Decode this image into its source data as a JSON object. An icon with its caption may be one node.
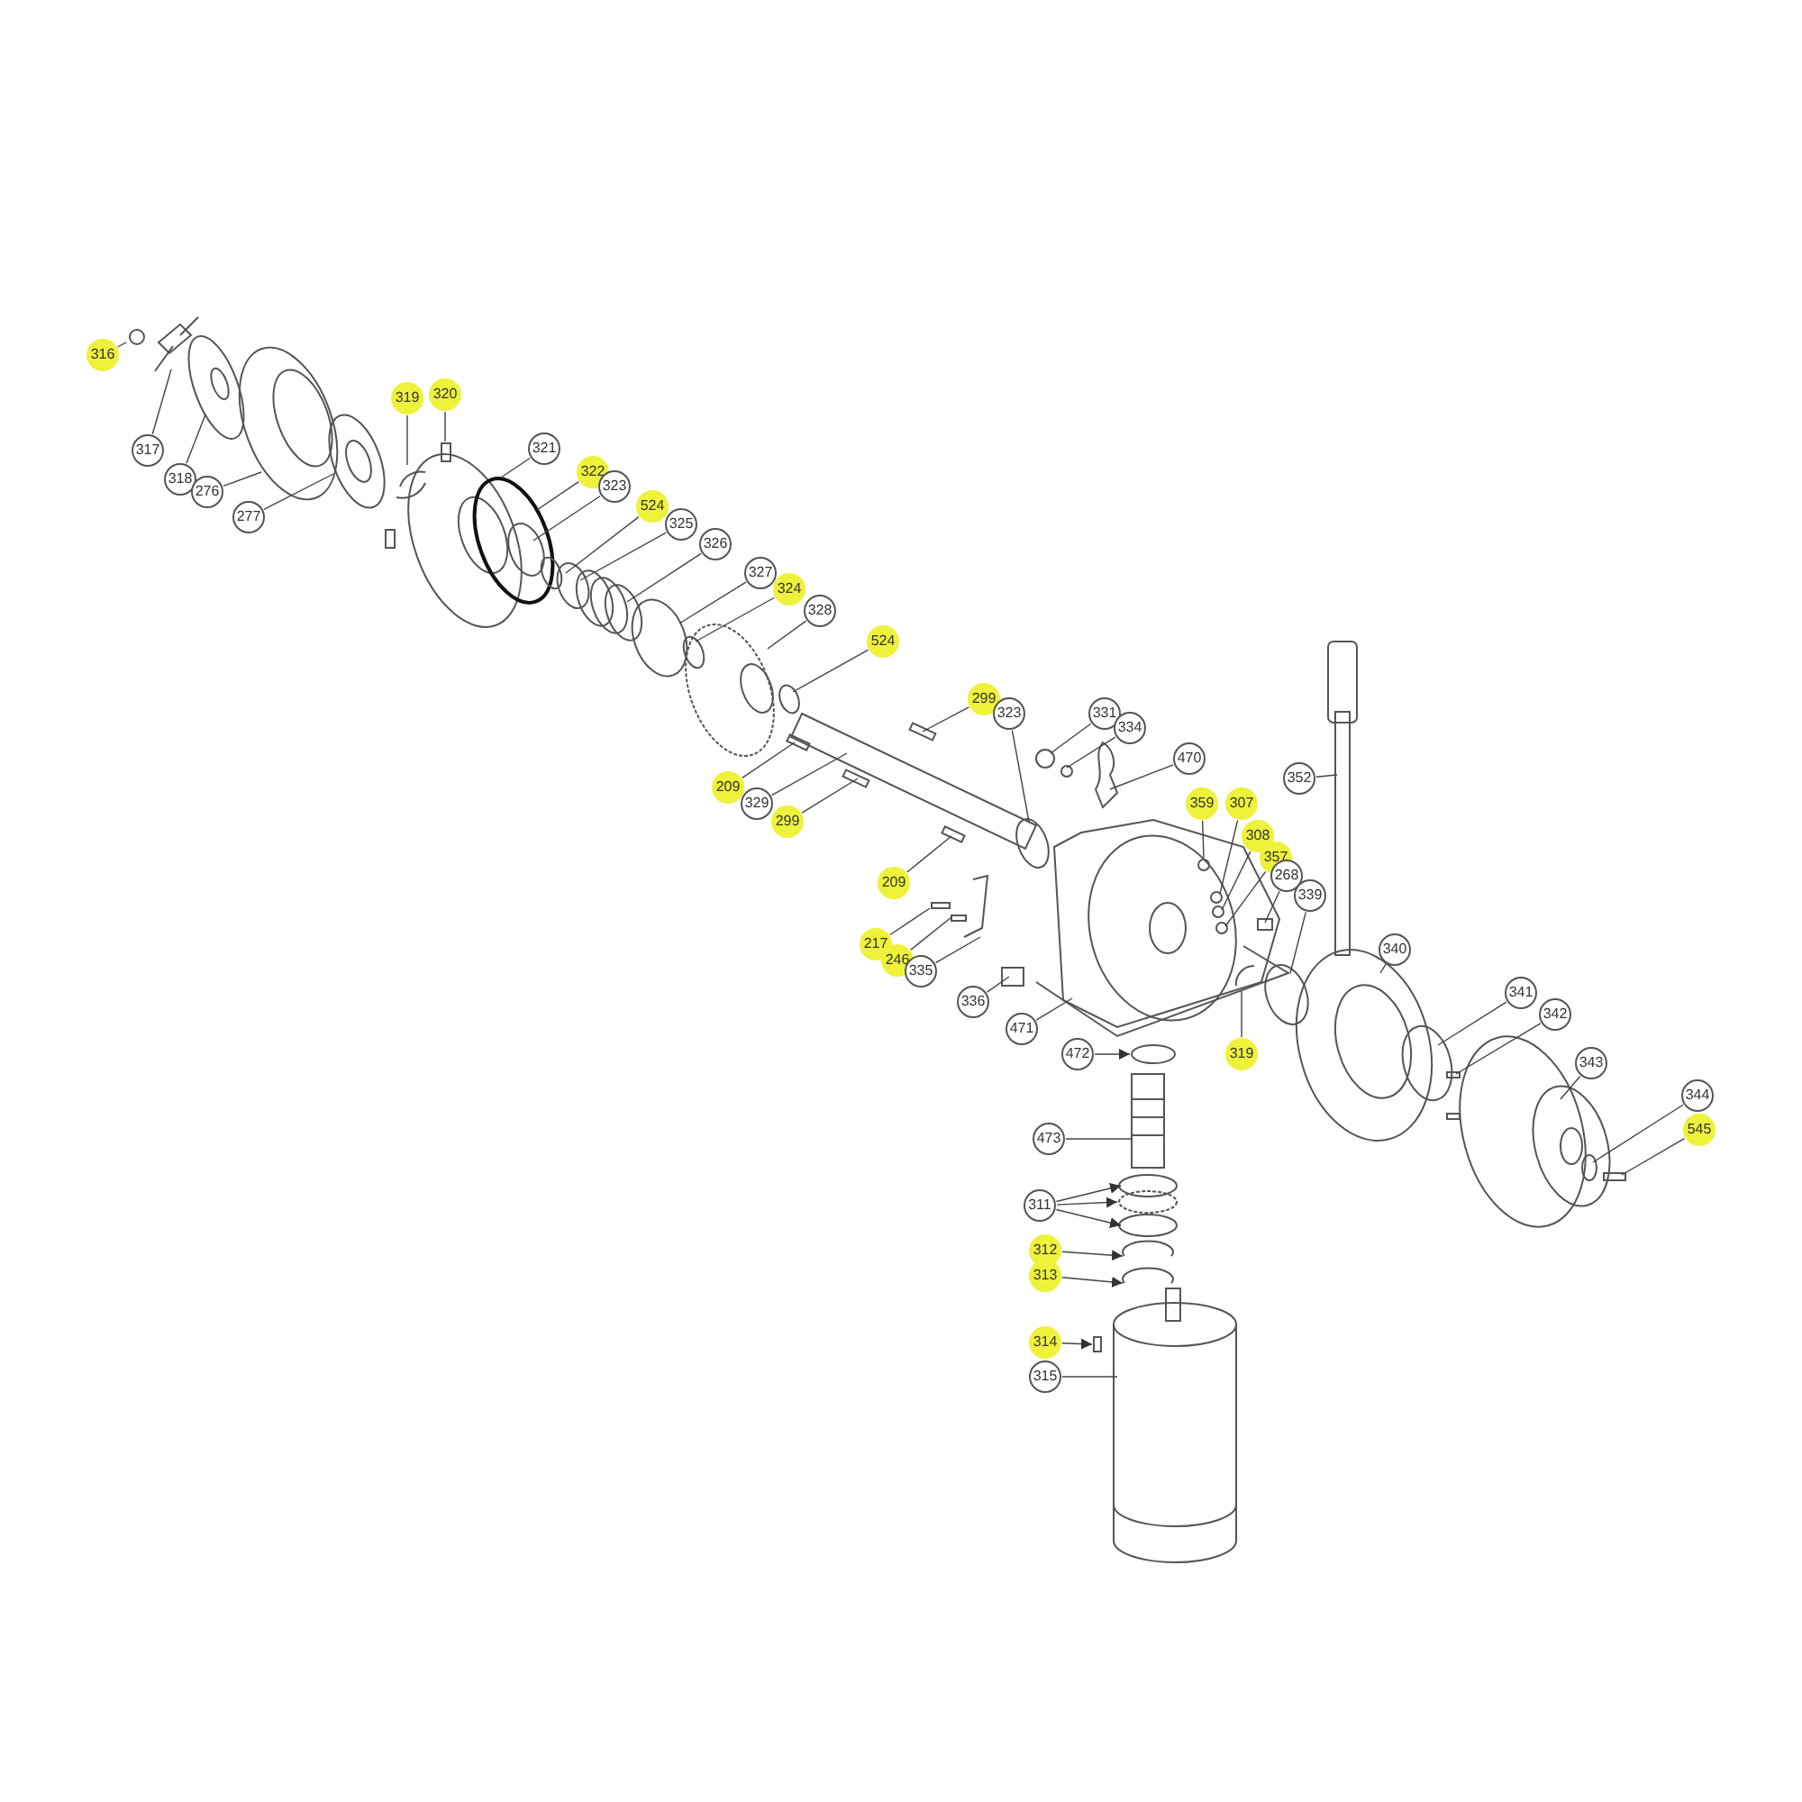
{
  "diagram": {
    "nodes": [
      {
        "text": [
          "316"
        ]
      },
      {
        "text": [
          "317"
        ]
      },
      {
        "text": [
          "318"
        ]
      },
      {
        "text": [
          "276"
        ]
      },
      {
        "text": [
          "277"
        ]
      },
      {
        "text": [
          "319"
        ]
      },
      {
        "text": [
          "320"
        ]
      },
      {
        "text": [
          "321"
        ]
      },
      {
        "text": [
          "322"
        ]
      },
      {
        "text": [
          "323"
        ]
      },
      {
        "text": [
          "524"
        ]
      },
      {
        "text": [
          "325"
        ]
      },
      {
        "text": [
          "326"
        ]
      },
      {
        "text": [
          "327"
        ]
      },
      {
        "text": [
          "324"
        ]
      },
      {
        "text": [
          "328"
        ]
      },
      {
        "text": [
          "524"
        ]
      },
      {
        "text": [
          "299"
        ]
      },
      {
        "text": [
          "323"
        ]
      },
      {
        "text": [
          "331"
        ]
      },
      {
        "text": [
          "334"
        ]
      },
      {
        "text": [
          "470"
        ]
      },
      {
        "text": [
          "209"
        ]
      },
      {
        "text": [
          "329"
        ]
      },
      {
        "text": [
          "299"
        ]
      },
      {
        "text": [
          "352"
        ]
      },
      {
        "text": [
          "359"
        ]
      },
      {
        "text": [
          "307"
        ]
      },
      {
        "text": [
          "308"
        ]
      },
      {
        "text": [
          "357"
        ]
      },
      {
        "text": [
          "268"
        ]
      },
      {
        "text": [
          "339"
        ]
      },
      {
        "text": [
          "209"
        ]
      },
      {
        "text": [
          "217"
        ]
      },
      {
        "text": [
          "246"
        ]
      },
      {
        "text": [
          "335"
        ]
      },
      {
        "text": [
          "336"
        ]
      },
      {
        "text": [
          "471"
        ]
      },
      {
        "text": [
          "340"
        ]
      },
      {
        "text": [
          "319"
        ]
      },
      {
        "text": [
          "472"
        ]
      },
      {
        "text": [
          "341"
        ]
      },
      {
        "text": [
          "342"
        ]
      },
      {
        "text": [
          "343"
        ]
      },
      {
        "text": [
          "344"
        ]
      },
      {
        "text": [
          "545"
        ]
      },
      {
        "text": [
          "473"
        ]
      },
      {
        "text": [
          "311"
        ]
      },
      {
        "text": [
          "312"
        ]
      },
      {
        "text": [
          "313"
        ]
      },
      {
        "text": [
          "314"
        ]
      },
      {
        "text": [
          "315"
        ]
      }
    ],
    "edges": [
      {
        "from": 0,
        "to": null,
        "arrow": "none"
      },
      {
        "from": 1,
        "to": null,
        "arrow": "none"
      },
      {
        "from": 2,
        "to": null,
        "arrow": "none"
      },
      {
        "from": 3,
        "to": null,
        "arrow": "none"
      },
      {
        "from": 4,
        "to": null,
        "arrow": "none"
      },
      {
        "from": 5,
        "to": null,
        "arrow": "none"
      },
      {
        "from": 6,
        "to": null,
        "arrow": "none"
      },
      {
        "from": 7,
        "to": null,
        "arrow": "none"
      },
      {
        "from": 8,
        "to": null,
        "arrow": "none"
      },
      {
        "from": 9,
        "to": null,
        "arrow": "none"
      },
      {
        "from": 10,
        "to": null,
        "arrow": "none"
      },
      {
        "from": 11,
        "to": null,
        "arrow": "none"
      },
      {
        "from": 12,
        "to": null,
        "arrow": "none"
      },
      {
        "from": 13,
        "to": null,
        "arrow": "none"
      },
      {
        "from": 14,
        "to": null,
        "arrow": "none"
      },
      {
        "from": 15,
        "to": null,
        "arrow": "none"
      },
      {
        "from": 16,
        "to": null,
        "arrow": "none"
      },
      {
        "from": 17,
        "to": null,
        "arrow": "none"
      },
      {
        "from": 18,
        "to": null,
        "arrow": "none"
      },
      {
        "from": 19,
        "to": null,
        "arrow": "none"
      },
      {
        "from": 20,
        "to": null,
        "arrow": "none"
      },
      {
        "from": 21,
        "to": null,
        "arrow": "none"
      },
      {
        "from": 22,
        "to": null,
        "arrow": "none"
      },
      {
        "from": 23,
        "to": null,
        "arrow": "none"
      },
      {
        "from": 24,
        "to": null,
        "arrow": "none"
      },
      {
        "from": 25,
        "to": null,
        "arrow": "none"
      },
      {
        "from": 26,
        "to": null,
        "arrow": "none"
      },
      {
        "from": 27,
        "to": null,
        "arrow": "none"
      },
      {
        "from": 28,
        "to": null,
        "arrow": "none"
      },
      {
        "from": 29,
        "to": null,
        "arrow": "none"
      },
      {
        "from": 30,
        "to": null,
        "arrow": "none"
      },
      {
        "from": 31,
        "to": null,
        "arrow": "none"
      },
      {
        "from": 32,
        "to": null,
        "arrow": "none"
      },
      {
        "from": 33,
        "to": null,
        "arrow": "none"
      },
      {
        "from": 34,
        "to": null,
        "arrow": "none"
      },
      {
        "from": 35,
        "to": null,
        "arrow": "none"
      },
      {
        "from": 36,
        "to": null,
        "arrow": "none"
      },
      {
        "from": 37,
        "to": null,
        "arrow": "none"
      },
      {
        "from": 38,
        "to": null,
        "arrow": "none"
      },
      {
        "from": 39,
        "to": null,
        "arrow": "none"
      },
      {
        "from": 40,
        "to": null,
        "arrow": "to"
      },
      {
        "from": 41,
        "to": null,
        "arrow": "none"
      },
      {
        "from": 42,
        "to": null,
        "arrow": "none"
      },
      {
        "from": 43,
        "to": null,
        "arrow": "none"
      },
      {
        "from": 44,
        "to": null,
        "arrow": "none"
      },
      {
        "from": 45,
        "to": null,
        "arrow": "none"
      },
      {
        "from": 46,
        "to": null,
        "arrow": "none"
      },
      {
        "from": 47,
        "to": null,
        "arrow": "to"
      },
      {
        "from": 47,
        "to": null,
        "arrow": "to"
      },
      {
        "from": 47,
        "to": null,
        "arrow": "to"
      },
      {
        "from": 48,
        "to": null,
        "arrow": "to"
      },
      {
        "from": 49,
        "to": null,
        "arrow": "to"
      },
      {
        "from": 50,
        "to": null,
        "arrow": "to"
      },
      {
        "from": 51,
        "to": null,
        "arrow": "none"
      }
    ]
  }
}
